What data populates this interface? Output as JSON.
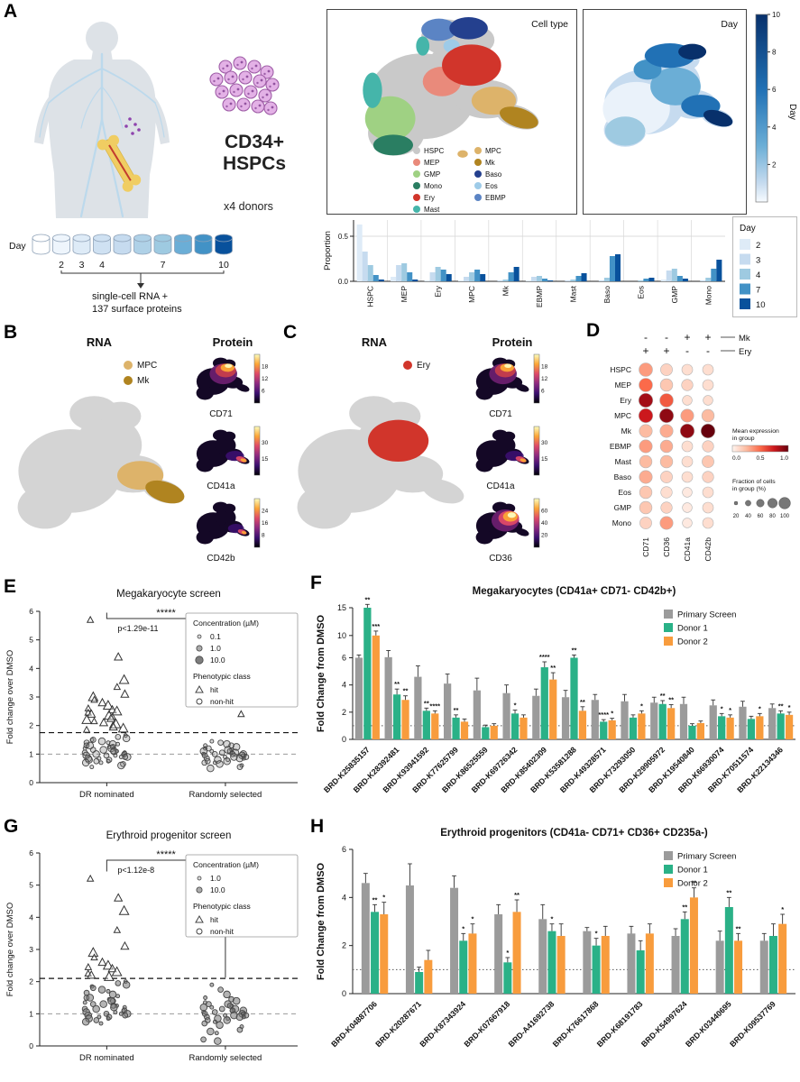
{
  "colors": {
    "primary_screen": "#9b9b9b",
    "donor1": "#2ab187",
    "donor2": "#f89c3d",
    "reds_scale": [
      "#fff5f0",
      "#fcbba1",
      "#fb6a4a",
      "#cb181d",
      "#67000d"
    ],
    "magma_scale": [
      "#000004",
      "#3b0f70",
      "#8c2981",
      "#de4968",
      "#fca636",
      "#fcfdbf"
    ],
    "umap_base_gray": "#d4d4d4",
    "day_umap_base": "#c6dbef"
  },
  "panel_a": {
    "label": "A",
    "cells_title": "CD34+",
    "cells_subtitle": "HSPCs",
    "donors_note": "x4 donors",
    "timeline": {
      "axis_label": "Day",
      "cylinder_colors": [
        "#ffffff",
        "#eef5fc",
        "#deebf7",
        "#cfe1f2",
        "#c6dbef",
        "#afd1e7",
        "#9ecae1",
        "#6baed6",
        "#4292c6",
        "#08519c"
      ],
      "tick_labels": [
        {
          "text": "2",
          "index": 1
        },
        {
          "text": "3",
          "index": 2
        },
        {
          "text": "4",
          "index": 3
        },
        {
          "text": "7",
          "index": 6
        },
        {
          "text": "10",
          "index": 9
        }
      ],
      "note_line1": "single-cell RNA +",
      "note_line2": "137 surface proteins"
    },
    "umap_celltype": {
      "title": "Cell type",
      "legend_col1": [
        {
          "label": "HSPC",
          "color": "#c9c9c9"
        },
        {
          "label": "MEP",
          "color": "#e98a7b"
        },
        {
          "label": "GMP",
          "color": "#9fd183"
        },
        {
          "label": "Mono",
          "color": "#2a7e62"
        },
        {
          "label": "Ery",
          "color": "#d1352b"
        },
        {
          "label": "Mast",
          "color": "#45b5aa"
        }
      ],
      "legend_col2": [
        {
          "label": "MPC",
          "color": "#ddb36a"
        },
        {
          "label": "Mk",
          "color": "#b08420"
        },
        {
          "label": "Baso",
          "color": "#24408e"
        },
        {
          "label": "Eos",
          "color": "#9ecbe8"
        },
        {
          "label": "EBMP",
          "color": "#5b84c4"
        }
      ]
    },
    "umap_day": {
      "title": "Day",
      "colorbar_label": "Day",
      "colorbar_ticks": [
        "10",
        "8",
        "6",
        "4",
        "2"
      ]
    },
    "day_legend": {
      "title": "Day",
      "items": [
        {
          "label": "2",
          "color": "#deebf7"
        },
        {
          "label": "3",
          "color": "#c6dbef"
        },
        {
          "label": "4",
          "color": "#9ecae1"
        },
        {
          "label": "7",
          "color": "#4292c6"
        },
        {
          "label": "10",
          "color": "#08519c"
        }
      ]
    }
  },
  "panel_b": {
    "label": "B",
    "rna_title": "RNA",
    "protein_title": "Protein",
    "legend": [
      {
        "label": "MPC",
        "color": "#ddb36a"
      },
      {
        "label": "Mk",
        "color": "#b08420"
      }
    ],
    "features": [
      {
        "name": "CD71",
        "ticks": [
          "18",
          "12",
          "6"
        ]
      },
      {
        "name": "CD41a",
        "ticks": [
          "30",
          "15"
        ]
      },
      {
        "name": "CD42b",
        "ticks": [
          "24",
          "16",
          "8"
        ]
      }
    ]
  },
  "panel_c": {
    "label": "C",
    "rna_title": "RNA",
    "protein_title": "Protein",
    "legend": [
      {
        "label": "Ery",
        "color": "#d1352b"
      }
    ],
    "features": [
      {
        "name": "CD71",
        "ticks": [
          "18",
          "12",
          "6"
        ]
      },
      {
        "name": "CD41a",
        "ticks": [
          "30",
          "15"
        ]
      },
      {
        "name": "CD36",
        "ticks": [
          "60",
          "40",
          "20"
        ]
      }
    ]
  },
  "panel_d": {
    "label": "D"
  },
  "panel_e": {
    "label": "E"
  },
  "panel_f": {
    "label": "F"
  },
  "panel_g": {
    "label": "G"
  },
  "panel_h": {
    "label": "H"
  },
  "chart_data": [
    {
      "id": "proportion_by_day",
      "type": "bar",
      "ylabel": "Proportion",
      "ylim": [
        0,
        0.68
      ],
      "yticks": [
        0,
        0.5
      ],
      "categories": [
        "HSPC",
        "MEP",
        "Ery",
        "MPC",
        "Mk",
        "EBMP",
        "Mast",
        "Baso",
        "Eos",
        "GMP",
        "Mono"
      ],
      "series": [
        {
          "name": "2",
          "color": "#deebf7",
          "values": [
            0.63,
            0.05,
            0.01,
            0.01,
            0.0,
            0.01,
            0.0,
            0.0,
            0.0,
            0.02,
            0.0
          ]
        },
        {
          "name": "3",
          "color": "#c6dbef",
          "values": [
            0.33,
            0.18,
            0.1,
            0.05,
            0.01,
            0.05,
            0.01,
            0.01,
            0.0,
            0.12,
            0.01
          ]
        },
        {
          "name": "4",
          "color": "#9ecae1",
          "values": [
            0.18,
            0.2,
            0.16,
            0.1,
            0.02,
            0.06,
            0.02,
            0.04,
            0.01,
            0.14,
            0.04
          ]
        },
        {
          "name": "7",
          "color": "#4292c6",
          "values": [
            0.07,
            0.1,
            0.13,
            0.13,
            0.1,
            0.03,
            0.06,
            0.28,
            0.03,
            0.06,
            0.14
          ]
        },
        {
          "name": "10",
          "color": "#08519c",
          "values": [
            0.02,
            0.02,
            0.08,
            0.08,
            0.16,
            0.01,
            0.09,
            0.3,
            0.04,
            0.03,
            0.24
          ]
        }
      ],
      "legend_title": "Day"
    },
    {
      "id": "mk_screen",
      "type": "scatter",
      "title": "Megakaryocyte screen",
      "ylabel": "Fold change over DMSO",
      "ylim": [
        0,
        6
      ],
      "yticks": [
        0,
        1,
        2,
        3,
        4,
        5,
        6
      ],
      "groups": [
        "DR nominated",
        "Randomly selected"
      ],
      "significance": "*****",
      "pvalue": "p<1.29e-11",
      "threshold": 1.75,
      "baseline": 1.0,
      "legend": {
        "conc_title": "Concentration (µM)",
        "conc_items": [
          "0.1",
          "1.0",
          "10.0"
        ],
        "class_title": "Phenotypic class",
        "class_items": [
          "hit",
          "non-hit"
        ]
      },
      "dr_hits": [
        5.7,
        4.4,
        3.6,
        3.35,
        3.1,
        3.0,
        2.9,
        2.8,
        2.7,
        2.6,
        2.55,
        2.5,
        2.45,
        2.4,
        2.35,
        2.3,
        2.25,
        2.2,
        2.15,
        2.1,
        2.05,
        2.0,
        1.95,
        1.9,
        1.85
      ],
      "dr_nonhits": [
        1.65,
        1.6,
        1.55,
        1.5,
        1.5,
        1.45,
        1.4,
        1.4,
        1.35,
        1.35,
        1.3,
        1.3,
        1.25,
        1.25,
        1.2,
        1.2,
        1.15,
        1.15,
        1.1,
        1.1,
        1.1,
        1.05,
        1.05,
        1.0,
        1.0,
        1.0,
        0.95,
        0.95,
        0.95,
        0.9,
        0.9,
        0.9,
        0.85,
        0.85,
        0.8,
        0.8,
        0.75,
        0.75,
        0.7,
        0.7,
        0.65,
        0.6,
        0.55
      ],
      "rand_hits": [
        2.4
      ],
      "rand_nonhits": [
        1.45,
        1.4,
        1.35,
        1.3,
        1.3,
        1.25,
        1.2,
        1.2,
        1.15,
        1.15,
        1.1,
        1.1,
        1.1,
        1.05,
        1.05,
        1.05,
        1.0,
        1.0,
        1.0,
        1.0,
        0.95,
        0.95,
        0.95,
        0.9,
        0.9,
        0.9,
        0.85,
        0.85,
        0.85,
        0.8,
        0.8,
        0.75,
        0.75,
        0.7,
        0.7,
        0.65,
        0.6,
        0.55,
        0.5
      ]
    },
    {
      "id": "mk_validation",
      "type": "bar",
      "title": "Megakaryocytes (CD41a+ CD71- CD42b+)",
      "ylabel": "Fold Change from DMSO",
      "ylim": [
        0,
        15
      ],
      "yticks": [
        0,
        2,
        4,
        6,
        10,
        15
      ],
      "axis_break_at": 6,
      "baseline": 1.0,
      "categories": [
        "BRD-K25835157",
        "BRD-K28392481",
        "BRD-K93941592",
        "BRD-K77625799",
        "BRD-K86525559",
        "BRD-K69726342",
        "BRD-K85402309",
        "BRD-K53581288",
        "BRD-K49328571",
        "BRD-K73293050",
        "BRD-K29905972",
        "BRD-K19540840",
        "BRD-K66930074",
        "BRD-K70511574",
        "BRD-K22134346"
      ],
      "series": [
        {
          "name": "Primary Screen",
          "color": "#9b9b9b",
          "values": [
            6.0,
            6.1,
            4.6,
            4.1,
            3.6,
            3.4,
            3.2,
            3.1,
            2.9,
            2.8,
            2.7,
            2.6,
            2.5,
            2.4,
            2.3
          ],
          "errors": [
            0.5,
            1.2,
            0.8,
            0.7,
            0.9,
            0.6,
            0.5,
            0.5,
            0.4,
            0.5,
            0.4,
            0.5,
            0.4,
            0.4,
            0.3
          ],
          "sig": [
            "",
            "",
            "",
            "",
            "",
            "",
            "",
            "",
            "",
            "",
            "",
            "",
            "",
            "",
            ""
          ]
        },
        {
          "name": "Donor 1",
          "color": "#2ab187",
          "values": [
            15.0,
            3.3,
            2.1,
            1.6,
            0.9,
            1.9,
            5.3,
            6.0,
            1.3,
            1.6,
            2.6,
            1.0,
            1.7,
            1.5,
            1.9
          ],
          "errors": [
            0.6,
            0.4,
            0.2,
            0.2,
            0.15,
            0.25,
            0.4,
            0.5,
            0.15,
            0.2,
            0.25,
            0.15,
            0.2,
            0.2,
            0.2
          ],
          "sig": [
            "**",
            "**",
            "**",
            "**",
            "",
            "*",
            "****",
            "**",
            "****",
            "",
            "**",
            "",
            "*",
            "",
            "**"
          ]
        },
        {
          "name": "Donor 2",
          "color": "#f89c3d",
          "values": [
            10.0,
            2.9,
            1.9,
            1.3,
            1.0,
            1.6,
            4.4,
            2.1,
            1.4,
            1.9,
            2.3,
            1.2,
            1.6,
            1.7,
            1.8
          ],
          "errors": [
            0.8,
            0.3,
            0.2,
            0.2,
            0.15,
            0.2,
            0.5,
            0.3,
            0.15,
            0.2,
            0.25,
            0.15,
            0.2,
            0.2,
            0.2
          ],
          "sig": [
            "***",
            "**",
            "****",
            "",
            "",
            "",
            "**",
            "**",
            "*",
            "*",
            "**",
            "",
            "*",
            "*",
            "*"
          ]
        }
      ]
    },
    {
      "id": "ery_screen",
      "type": "scatter",
      "title": "Erythroid progenitor screen",
      "ylabel": "Fold change over DMSO",
      "ylim": [
        0,
        6
      ],
      "yticks": [
        0,
        1,
        2,
        3,
        4,
        5,
        6
      ],
      "groups": [
        "DR nominated",
        "Randomly selected"
      ],
      "significance": "*****",
      "pvalue": "p<1.12e-8",
      "threshold": 2.1,
      "baseline": 1.0,
      "legend": {
        "conc_title": "Concentration (µM)",
        "conc_items": [
          "1.0",
          "10.0"
        ],
        "class_title": "Phenotypic class",
        "class_items": [
          "hit",
          "non-hit"
        ]
      },
      "dr_hits": [
        5.2,
        4.6,
        4.2,
        3.6,
        3.1,
        2.9,
        2.75,
        2.6,
        2.5,
        2.45,
        2.4,
        2.3,
        2.25,
        2.2,
        2.15
      ],
      "dr_nonhits": [
        2.0,
        1.95,
        1.9,
        1.85,
        1.8,
        1.75,
        1.7,
        1.65,
        1.6,
        1.55,
        1.5,
        1.5,
        1.45,
        1.4,
        1.4,
        1.35,
        1.3,
        1.3,
        1.25,
        1.25,
        1.2,
        1.2,
        1.15,
        1.15,
        1.1,
        1.1,
        1.05,
        1.05,
        1.0,
        1.0,
        1.0,
        0.95,
        0.95,
        0.9,
        0.9,
        0.85,
        0.85,
        0.8,
        0.75,
        0.7
      ],
      "rand_hits": [],
      "rand_nonhits": [
        1.9,
        1.75,
        1.6,
        1.5,
        1.45,
        1.4,
        1.35,
        1.3,
        1.3,
        1.25,
        1.25,
        1.2,
        1.2,
        1.15,
        1.15,
        1.1,
        1.1,
        1.1,
        1.05,
        1.05,
        1.0,
        1.0,
        1.0,
        0.95,
        0.95,
        0.95,
        0.9,
        0.9,
        0.9,
        0.85,
        0.85,
        0.8,
        0.8,
        0.75,
        0.7,
        0.65,
        0.6,
        0.5,
        0.45,
        0.4,
        0.2,
        0.15
      ]
    },
    {
      "id": "ery_validation",
      "type": "bar",
      "title": "Erythroid progenitors (CD41a- CD71+ CD36+ CD235a-)",
      "ylabel": "Fold Change from DMSO",
      "ylim": [
        0,
        6
      ],
      "yticks": [
        0,
        2,
        4,
        6
      ],
      "baseline": 1.0,
      "categories": [
        "BRD-K04887706",
        "BRD-K20287671",
        "BRD-K87343924",
        "BRD-K07667918",
        "BRD-A41692738",
        "BRD-K76617868",
        "BRD-K68191783",
        "BRD-K54997624",
        "BRD-K03440695",
        "BRD-K09537769"
      ],
      "series": [
        {
          "name": "Primary Screen",
          "color": "#9b9b9b",
          "values": [
            4.6,
            4.5,
            4.4,
            3.3,
            3.1,
            2.6,
            2.5,
            2.4,
            2.2,
            2.2
          ],
          "errors": [
            0.4,
            0.9,
            0.5,
            0.4,
            0.6,
            0.15,
            0.3,
            0.3,
            0.4,
            0.3
          ],
          "sig": [
            "",
            "",
            "",
            "",
            "",
            "",
            "",
            "",
            "",
            ""
          ]
        },
        {
          "name": "Donor 1",
          "color": "#2ab187",
          "values": [
            3.4,
            0.9,
            2.2,
            1.3,
            2.6,
            2.0,
            1.8,
            3.1,
            3.6,
            2.4
          ],
          "errors": [
            0.3,
            0.2,
            0.3,
            0.2,
            0.3,
            0.3,
            0.4,
            0.3,
            0.4,
            0.5
          ],
          "sig": [
            "**",
            "",
            "*",
            "*",
            "*",
            "*",
            "",
            "**",
            "**",
            ""
          ]
        },
        {
          "name": "Donor 2",
          "color": "#f89c3d",
          "values": [
            3.3,
            1.4,
            2.5,
            3.4,
            2.4,
            2.4,
            2.5,
            4.0,
            2.2,
            2.9
          ],
          "errors": [
            0.5,
            0.4,
            0.4,
            0.5,
            0.5,
            0.4,
            0.4,
            0.4,
            0.3,
            0.4
          ],
          "sig": [
            "*",
            "",
            "*",
            "**",
            "",
            "",
            "",
            "**",
            "**",
            "*"
          ]
        }
      ]
    },
    {
      "id": "marker_dotplot",
      "type": "heatmap",
      "rows": [
        "HSPC",
        "MEP",
        "Ery",
        "MPC",
        "Mk",
        "EBMP",
        "Mast",
        "Baso",
        "Eos",
        "GMP",
        "Mono"
      ],
      "cols": [
        "CD71",
        "CD36",
        "CD41a",
        "CD42b"
      ],
      "annotation_rows": [
        {
          "signs": [
            "-",
            "-",
            "+",
            "+"
          ],
          "label": "Mk"
        },
        {
          "signs": [
            "+",
            "+",
            "-",
            "-"
          ],
          "label": "Ery"
        }
      ],
      "mean_expression": [
        [
          0.35,
          0.15,
          0.1,
          0.1
        ],
        [
          0.5,
          0.2,
          0.15,
          0.1
        ],
        [
          0.85,
          0.55,
          0.1,
          0.1
        ],
        [
          0.75,
          0.9,
          0.35,
          0.25
        ],
        [
          0.25,
          0.3,
          0.9,
          1.0
        ],
        [
          0.35,
          0.3,
          0.1,
          0.15
        ],
        [
          0.25,
          0.25,
          0.1,
          0.2
        ],
        [
          0.3,
          0.15,
          0.1,
          0.15
        ],
        [
          0.2,
          0.1,
          0.05,
          0.1
        ],
        [
          0.2,
          0.15,
          0.05,
          0.1
        ],
        [
          0.15,
          0.35,
          0.05,
          0.1
        ]
      ],
      "fraction_pct": [
        [
          95,
          80,
          70,
          70
        ],
        [
          95,
          85,
          75,
          70
        ],
        [
          100,
          95,
          60,
          60
        ],
        [
          100,
          100,
          90,
          85
        ],
        [
          90,
          90,
          100,
          100
        ],
        [
          90,
          85,
          70,
          75
        ],
        [
          85,
          85,
          70,
          80
        ],
        [
          90,
          80,
          70,
          75
        ],
        [
          85,
          75,
          60,
          70
        ],
        [
          85,
          75,
          60,
          70
        ],
        [
          80,
          90,
          60,
          70
        ]
      ],
      "legend_mean_title_1": "Mean expression",
      "legend_mean_title_2": "in group",
      "legend_mean_ticks": [
        "0.0",
        "0.5",
        "1.0"
      ],
      "legend_frac_title_1": "Fraction of cells",
      "legend_frac_title_2": "in group (%)",
      "legend_frac_labels": [
        "20",
        "40",
        "60",
        "80",
        "100"
      ]
    }
  ]
}
